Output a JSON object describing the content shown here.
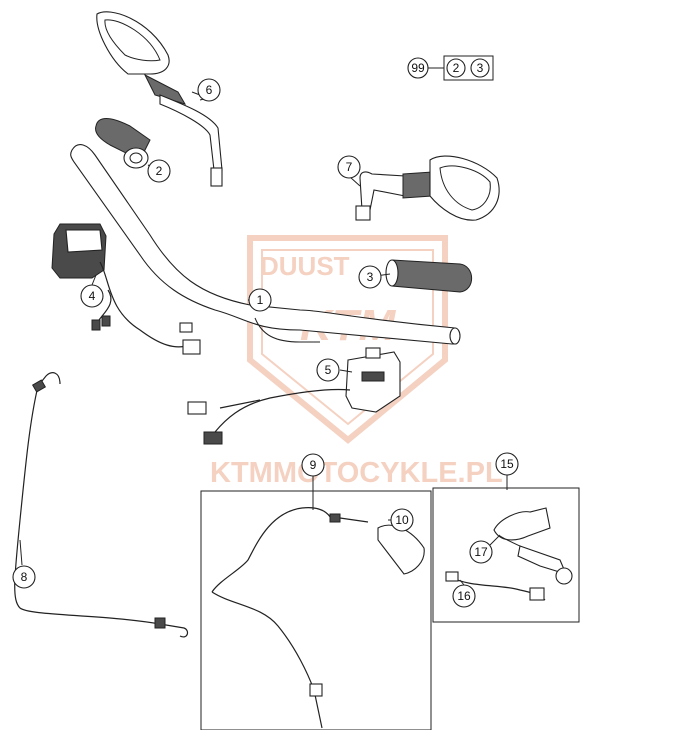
{
  "watermark": {
    "logo_lines": [
      "DUUST",
      "KTM"
    ],
    "site_text": "KTMMOTOCYKLE.PL",
    "color": "#f3c9b7"
  },
  "kit_label": {
    "ref": "99",
    "items": [
      "2",
      "3"
    ]
  },
  "callouts": [
    {
      "id": "c1",
      "label": "1"
    },
    {
      "id": "c2",
      "label": "2"
    },
    {
      "id": "c3",
      "label": "3"
    },
    {
      "id": "c4",
      "label": "4"
    },
    {
      "id": "c5",
      "label": "5"
    },
    {
      "id": "c6",
      "label": "6"
    },
    {
      "id": "c7",
      "label": "7"
    },
    {
      "id": "c8",
      "label": "8"
    },
    {
      "id": "c9",
      "label": "9"
    },
    {
      "id": "c10",
      "label": "10"
    },
    {
      "id": "c15",
      "label": "15"
    },
    {
      "id": "c16",
      "label": "16"
    },
    {
      "id": "c17",
      "label": "17"
    }
  ]
}
